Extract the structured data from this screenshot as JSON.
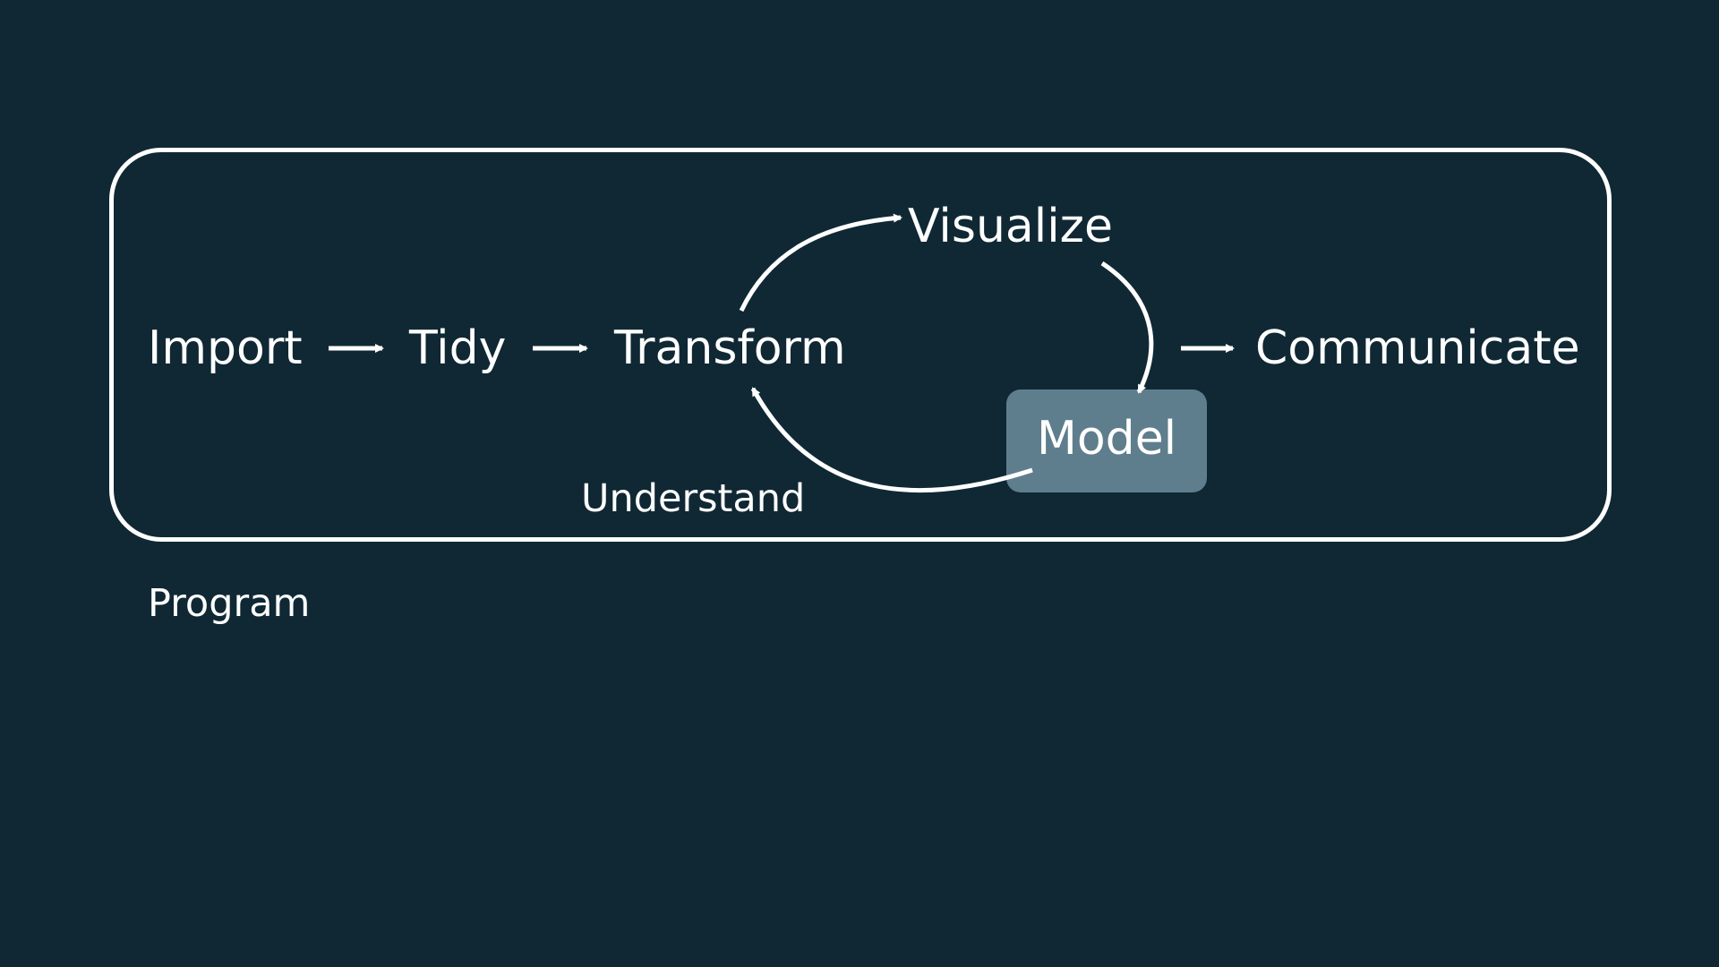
{
  "diagram": {
    "nodes": {
      "import": "Import",
      "tidy": "Tidy",
      "transform": "Transform",
      "visualize": "Visualize",
      "model": "Model",
      "communicate": "Communicate"
    },
    "labels": {
      "understand": "Understand",
      "program": "Program"
    },
    "colors": {
      "background": "#0f2834",
      "foreground": "#ffffff",
      "model_highlight": "#5f7e8d"
    }
  }
}
